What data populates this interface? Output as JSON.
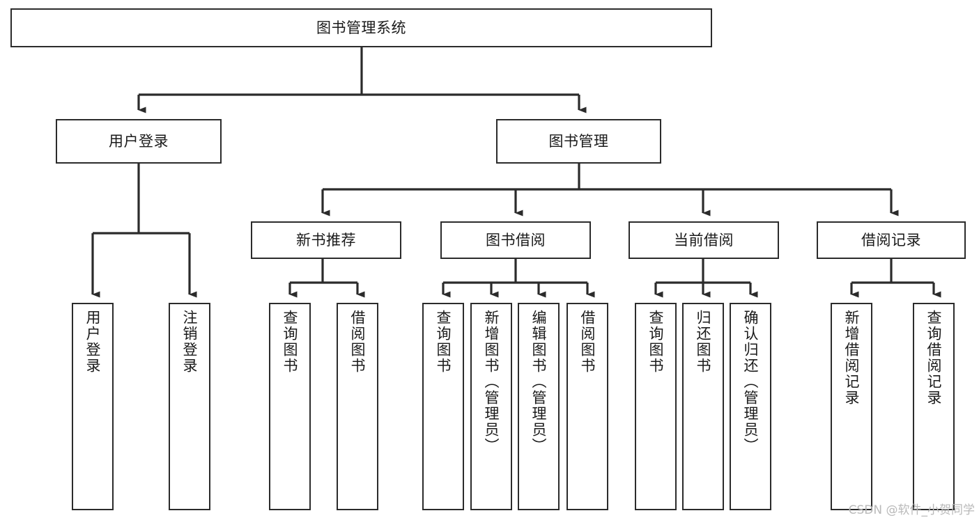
{
  "diagram": {
    "title": "图书管理系统",
    "type": "tree",
    "watermark": "CSDN @软件_小贺同学",
    "colors": {
      "border": "#2b2b2b",
      "background": "#ffffff",
      "text": "#1a1a1a",
      "connector": "#2b2b2b",
      "watermark": "#b9b9b9"
    },
    "root": {
      "label": "图书管理系统"
    },
    "level2": [
      {
        "label": "用户登录"
      },
      {
        "label": "图书管理"
      }
    ],
    "level3": [
      {
        "label": "新书推荐"
      },
      {
        "label": "图书借阅"
      },
      {
        "label": "当前借阅"
      },
      {
        "label": "借阅记录"
      }
    ],
    "leaves": {
      "user_login": [
        {
          "label": "用户登录"
        },
        {
          "label": "注销登录"
        }
      ],
      "new_book_recommend": [
        {
          "label": "查询图书"
        },
        {
          "label": "借阅图书"
        }
      ],
      "book_borrow": [
        {
          "label": "查询图书"
        },
        {
          "label": "新增图书（管理员）"
        },
        {
          "label": "编辑图书（管理员）"
        },
        {
          "label": "借阅图书"
        }
      ],
      "current_borrow": [
        {
          "label": "查询图书"
        },
        {
          "label": "归还图书"
        },
        {
          "label": "确认归还（管理员）"
        }
      ],
      "borrow_record": [
        {
          "label": "新增借阅记录"
        },
        {
          "label": "查询借阅记录"
        }
      ]
    }
  }
}
